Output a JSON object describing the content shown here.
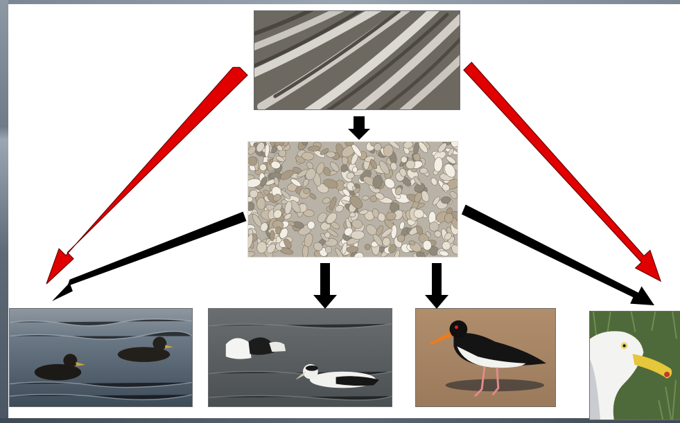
{
  "diagram": {
    "nodes": [
      {
        "id": "sand",
        "label": "",
        "icon": "rippled-sand-photo"
      },
      {
        "id": "shells",
        "label": "",
        "icon": "shellfish-bed-photo"
      },
      {
        "id": "scoter",
        "label": "",
        "icon": "black-scoter-ducks-photo"
      },
      {
        "id": "eider",
        "label": "",
        "icon": "eider-ducks-photo"
      },
      {
        "id": "oystercatcher",
        "label": "",
        "icon": "oystercatcher-photo"
      },
      {
        "id": "gull",
        "label": "",
        "icon": "herring-gull-photo"
      }
    ],
    "edges": [
      {
        "from": "sand",
        "to": "shells",
        "color": "#000000"
      },
      {
        "from": "sand",
        "to": "scoter",
        "color": "#e00000"
      },
      {
        "from": "sand",
        "to": "gull",
        "color": "#e00000"
      },
      {
        "from": "shells",
        "to": "scoter",
        "color": "#000000"
      },
      {
        "from": "shells",
        "to": "eider",
        "color": "#000000"
      },
      {
        "from": "shells",
        "to": "oystercatcher",
        "color": "#000000"
      },
      {
        "from": "shells",
        "to": "gull",
        "color": "#000000"
      }
    ]
  },
  "colors": {
    "red_arrow": "#e00000",
    "black_arrow": "#000000",
    "background": "#ffffff"
  }
}
